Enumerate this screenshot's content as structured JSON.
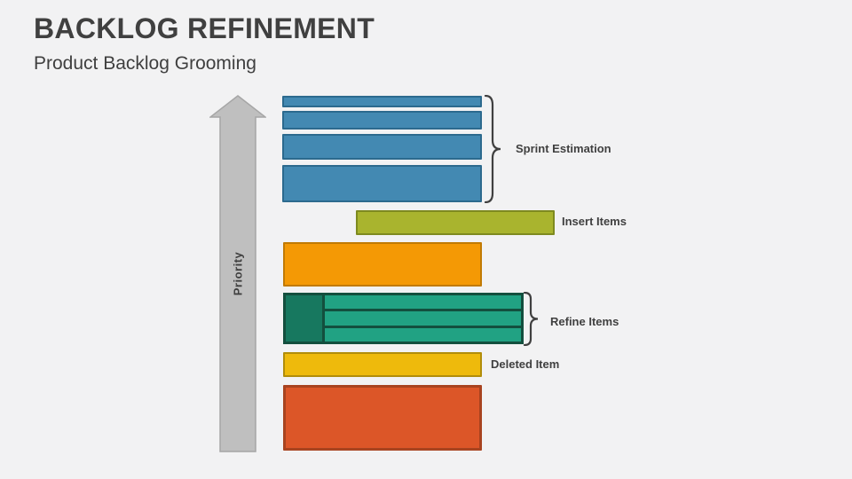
{
  "slide": {
    "title": "BACKLOG REFINEMENT",
    "subtitle": "Product Backlog Grooming"
  },
  "diagram": {
    "axis_label": "Priority",
    "annotations": {
      "sprint_estimation": "Sprint Estimation",
      "insert_items": "Insert Items",
      "refine_items": "Refine Items",
      "deleted_item": "Deleted Item"
    },
    "colors": {
      "text": "#404040",
      "arrow_fill": "#bfbfbf",
      "arrow_border": "#a6a6a6",
      "blue_fill": "#4389b2",
      "blue_border": "#2c6a8e",
      "olive_fill": "#a9b42e",
      "olive_border": "#7e8a1f",
      "orange_fill": "#f49905",
      "orange_border": "#c17a04",
      "teal_fill": "#21a283",
      "teal_dark_fill": "#17785f",
      "teal_border": "#134f3e",
      "yellow_fill": "#eeba0c",
      "yellow_border": "#b18d0a",
      "red_fill": "#dc5628",
      "red_border": "#a8431f"
    }
  }
}
